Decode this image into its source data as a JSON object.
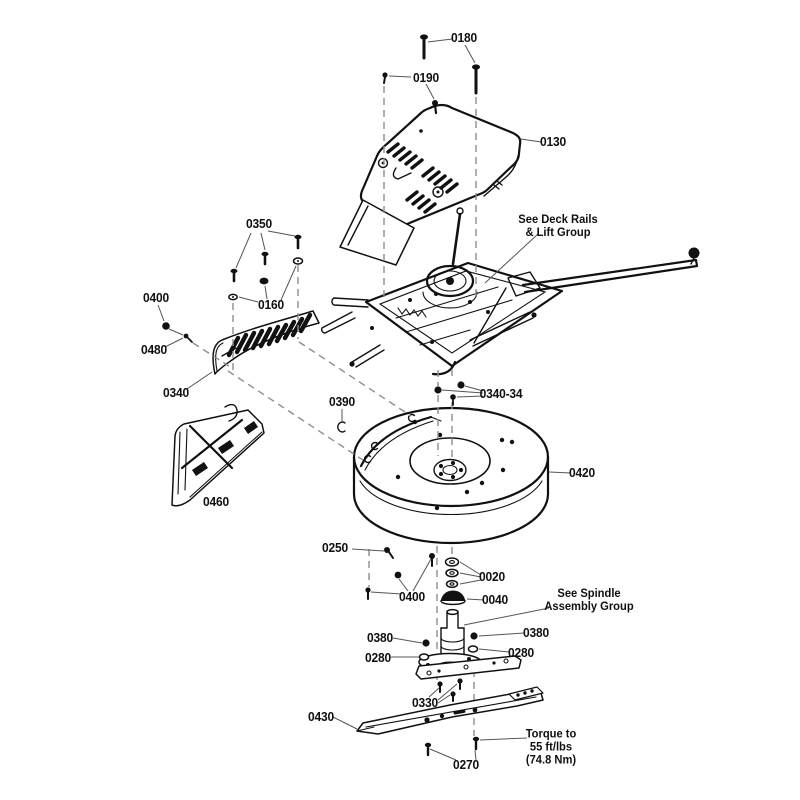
{
  "diagram": {
    "background_color": "#ffffff",
    "line_color": "#111111",
    "dashed_line_color": "#8d8d8d",
    "labels": {
      "l0180": "0180",
      "l0190": "0190",
      "l0130": "0130",
      "l0350": "0350",
      "l0160": "0160",
      "l0400a": "0400",
      "l0480": "0480",
      "l0340": "0340",
      "l0390": "0390",
      "l0340_34": "0340-34",
      "l0460": "0460",
      "l0420": "0420",
      "l0250": "0250",
      "l0400b": "0400",
      "l0020": "0020",
      "l0040": "0040",
      "l0380L": "0380",
      "l0380R": "0380",
      "l0280L": "0280",
      "l0280R": "0280",
      "l0330": "0330",
      "l0430": "0430",
      "l0270": "0270"
    },
    "notes": {
      "deck_rails": {
        "line1": "See Deck Rails",
        "line2": "& Lift Group"
      },
      "spindle": {
        "line1": "See Spindle",
        "line2": "Assembly Group"
      },
      "torque": {
        "line1": "Torque to",
        "line2": "55 ft/lbs",
        "line3": "(74.8 Nm)"
      }
    }
  }
}
